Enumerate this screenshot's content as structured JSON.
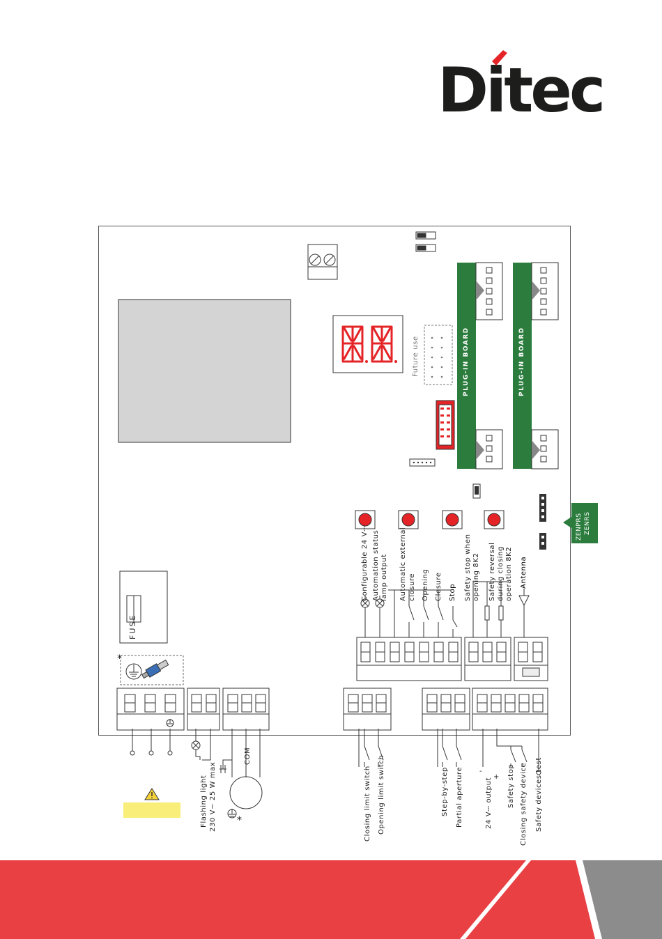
{
  "brand": {
    "name": "Ditec"
  },
  "colors": {
    "red": "#e94044",
    "green": "#2b7c3d",
    "grey": "#8c8c8c",
    "yellow": "#f8ee79",
    "led": "#e42427",
    "button": "#e42427"
  },
  "board": {
    "future_use": "Future use",
    "plug_in_1": "PLUG-IN BOARD",
    "plug_in_2": "PLUG-IN BOARD",
    "fuse": "FUSE",
    "zenprs": "ZENPRS",
    "zenrs": "ZENRS"
  },
  "top_labels": {
    "configurable": "Configurable 24 V⎓",
    "automation_status": "Automation status",
    "lamp_output": "lamp output",
    "auto_external": "Automatic external",
    "closure_a": "closure",
    "opening": "Opening",
    "closure_b": "Closure",
    "stop": "Stop",
    "safety_stop_when": "Safety stop when",
    "opening_8k2": "opening 8K2",
    "safety_reversal": "Safety reversal",
    "during_closing": "during closing",
    "operation_8k2": "operation 8K2",
    "antenna": "Antenna"
  },
  "bottom_labels": {
    "flashing_light": "Flashing light",
    "flashing_spec": "230 V~ 25 W max",
    "com": "COM",
    "closing_limit": "Closing limit switch",
    "opening_limit": "Opening limit switch",
    "step_by_step": "Step-by-step",
    "partial_aperture": "Partial aperture",
    "output_24v": "24 V⎓ output",
    "minus": "-",
    "plus": "+",
    "safety_stop": "Safety stop",
    "closing_safety": "Closing safety device",
    "safety_test": "Safety devices test"
  },
  "marks": {
    "asterisk": "*"
  }
}
